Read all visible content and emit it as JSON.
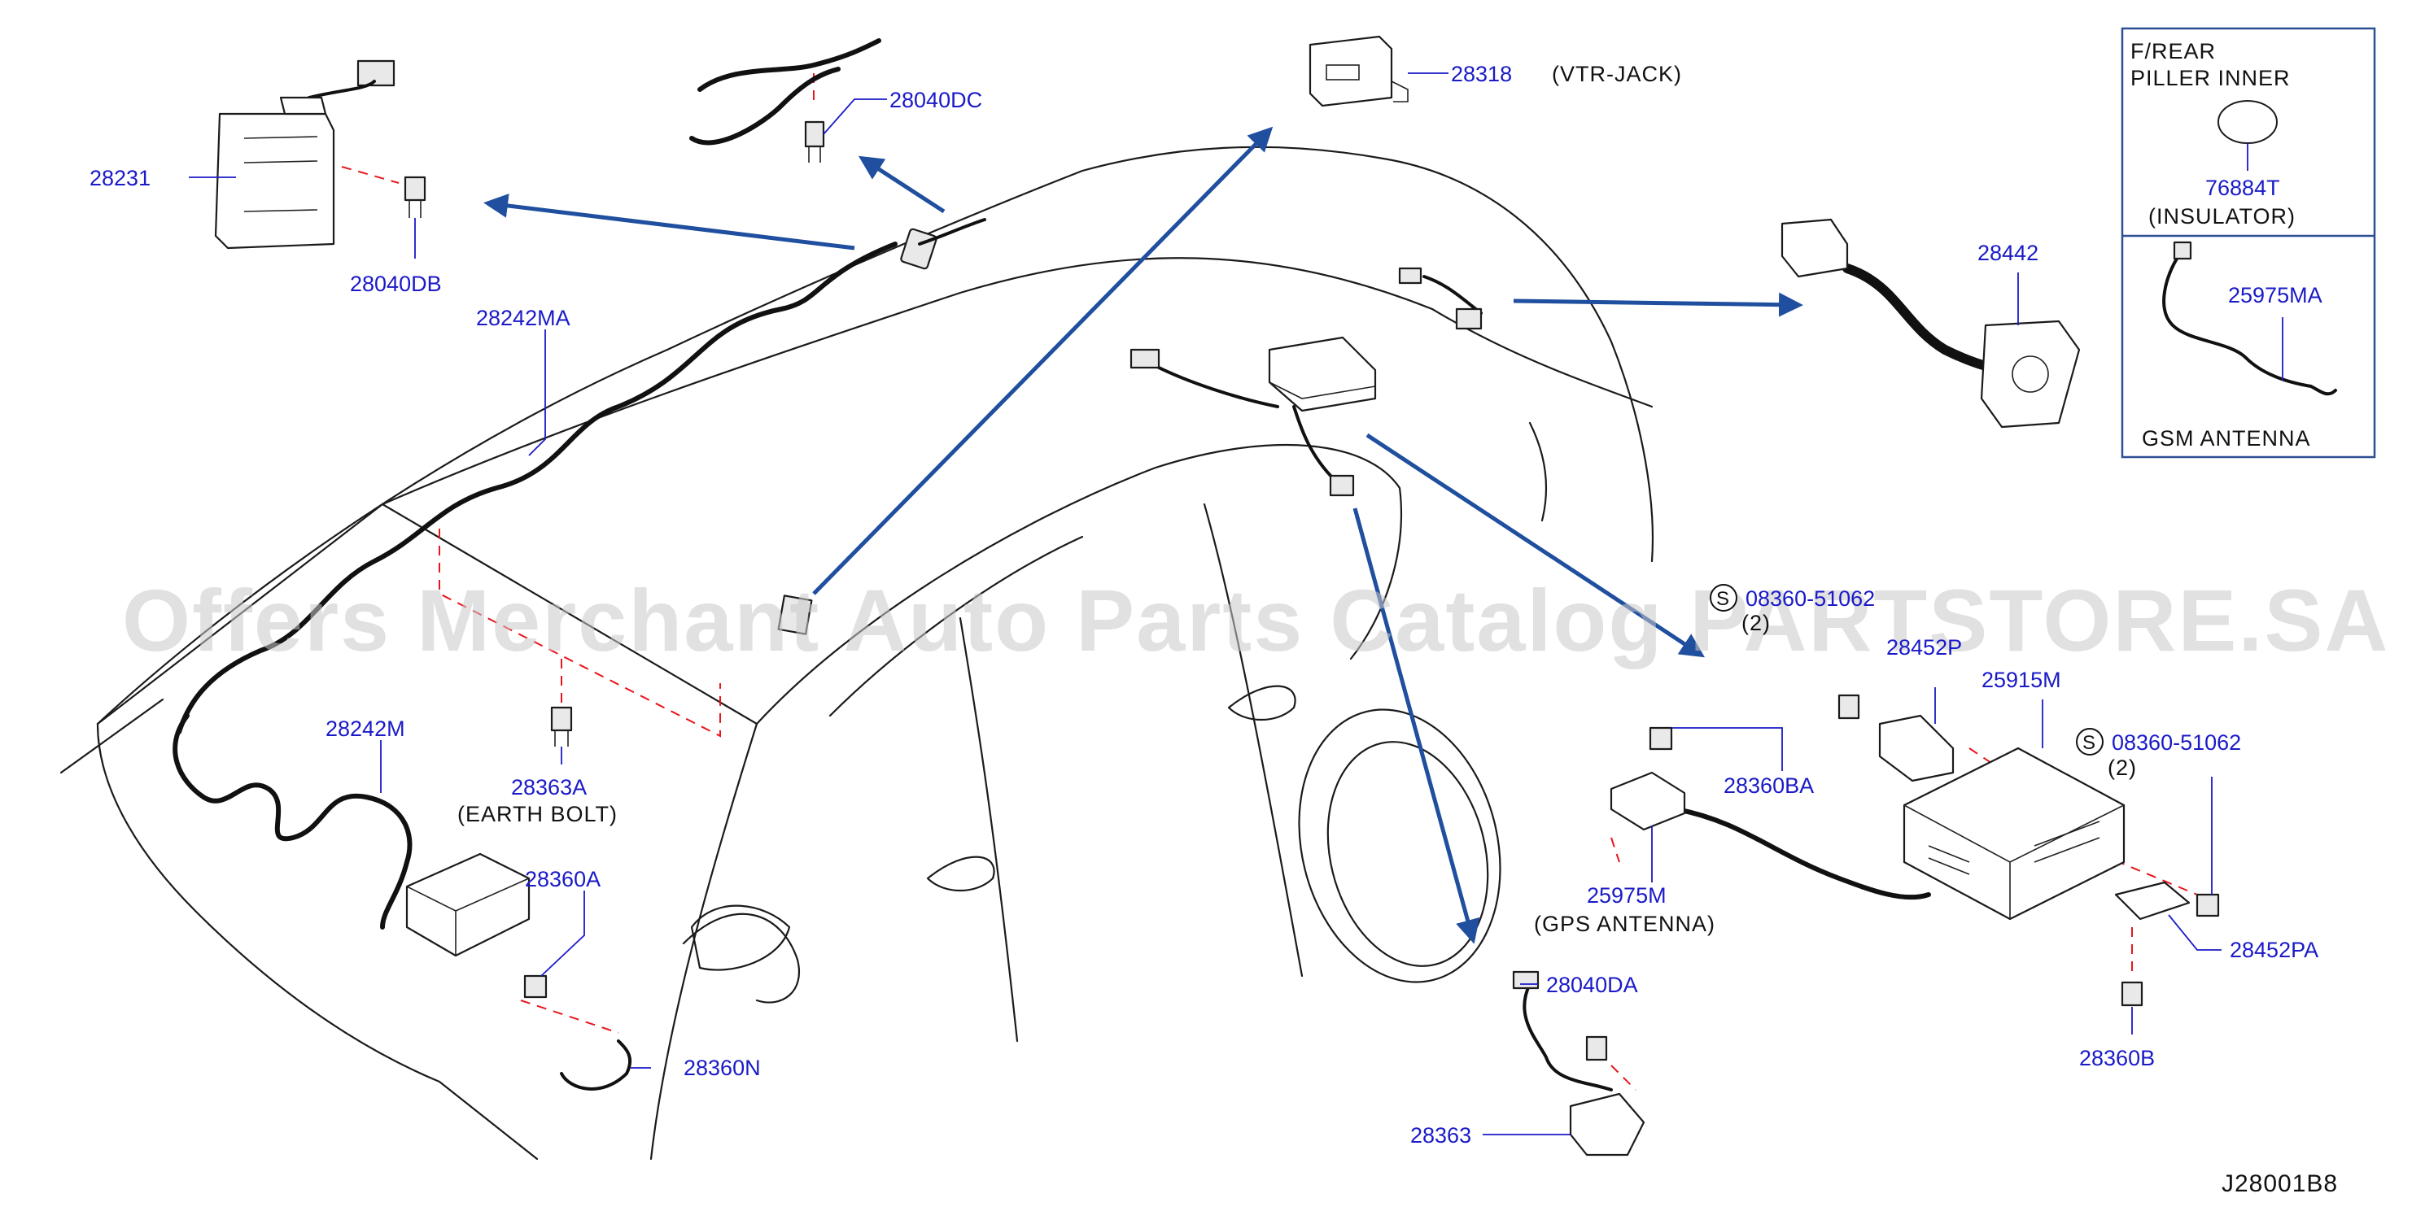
{
  "labels": {
    "p28231": "28231",
    "p28040DB": "28040DB",
    "p28040DC": "28040DC",
    "p28318": "28318",
    "vtr_jack": "(VTR-JACK)",
    "p28242MA": "28242MA",
    "p28242M": "28242M",
    "p28363A": "28363A",
    "earth_bolt": "(EARTH  BOLT)",
    "p28360A": "28360A",
    "p28360N": "28360N",
    "p28442": "28442",
    "p08360_top": "08360-51062",
    "qty_top": "(2)",
    "p28452P": "28452P",
    "p25915M": "25915M",
    "p08360_right": "08360-51062",
    "qty_right": "(2)",
    "p28360BA": "28360BA",
    "p25975M": "25975M",
    "gps_antenna": "(GPS  ANTENNA)",
    "p28452PA": "28452PA",
    "p28360B": "28360B",
    "p28040DA": "28040DA",
    "p28363": "28363",
    "s_symbol": "S",
    "diagram_code": "J28001B8"
  },
  "inset": {
    "title_line1": "F/REAR",
    "title_line2": "PILLER   INNER",
    "p76884T": "76884T",
    "insulator": "(INSULATOR)",
    "p25975MA": "25975MA",
    "gsm_antenna": "GSM   ANTENNA"
  },
  "watermark": "Offers Merchant Auto Parts Catalog PARTSTORE.SA",
  "colors": {
    "part_number": "#1a1ac8",
    "arrow": "#1f4f9e",
    "dashed_guide": "#e8161b",
    "line": "#1b1b1b"
  }
}
